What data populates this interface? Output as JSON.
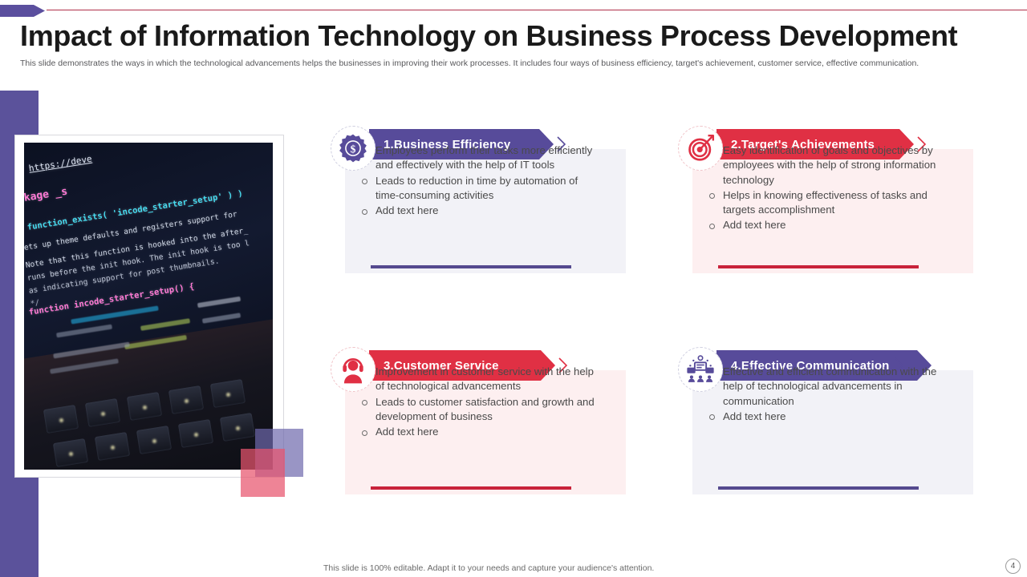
{
  "header": {
    "title": "Impact of Information Technology on Business Process Development",
    "subtitle": "This slide demonstrates the ways in which the technological advancements helps the businesses in improving their work processes. It includes four ways of business efficiency, target's achievement, customer service, effective communication."
  },
  "colors": {
    "purple": "#574b9a",
    "purple_dark": "#554a8f",
    "sidebar_purple": "#5b529b",
    "red": "#e03044",
    "red_dark": "#c8233b",
    "card_purple_bg": "#f2f2f7",
    "card_red_bg": "#fdeff0",
    "top_rule": "#b0304a"
  },
  "image": {
    "alt": "laptop-code-photo",
    "code_lines": [
      "https://deve",
      "kage _s",
      "function_exists( 'incode_starter_setup' ) )",
      "ets up theme defaults and registers support for",
      "Note that this function is hooked into the after_",
      "runs before the init hook. The init hook is too l",
      "as indicating support for post thumbnails.",
      "*/",
      "function incode_starter_setup() {"
    ]
  },
  "cards": [
    {
      "id": "business-efficiency",
      "number": "1.",
      "title": "1.Business  Efficiency",
      "icon": "gear-dollar-icon",
      "theme": "purple",
      "bullets": [
        "Employees perform their tasks more efficiently and effectively with the help of IT tools",
        "Leads to reduction in time by automation of time-consuming activities",
        "Add text here"
      ]
    },
    {
      "id": "targets-achievements",
      "number": "2.",
      "title": "2.Target's Achievements",
      "icon": "target-dartboard-icon",
      "theme": "red",
      "bullets": [
        "Easy identification of goals and objectives by employees with the help of strong information technology",
        "Helps in knowing effectiveness of tasks and targets accomplishment",
        "Add text here"
      ]
    },
    {
      "id": "customer-service",
      "number": "3.",
      "title": "3.Customer Service",
      "icon": "customer-support-person-icon",
      "theme": "red",
      "bullets": [
        "Improvement in customer service with the help of technological advancements",
        "Leads to customer satisfaction and growth and development of business",
        "Add text here"
      ]
    },
    {
      "id": "effective-communication",
      "number": "4.",
      "title": "4.Effective  Communication",
      "icon": "network-communication-icon",
      "theme": "purple",
      "bullets": [
        "Effective and efficient communication with the help of technological advancements in communication",
        "Add text here"
      ]
    }
  ],
  "footer": {
    "note": "This slide is 100% editable. Adapt it to your needs and capture your audience's attention.",
    "page_number": "4"
  }
}
